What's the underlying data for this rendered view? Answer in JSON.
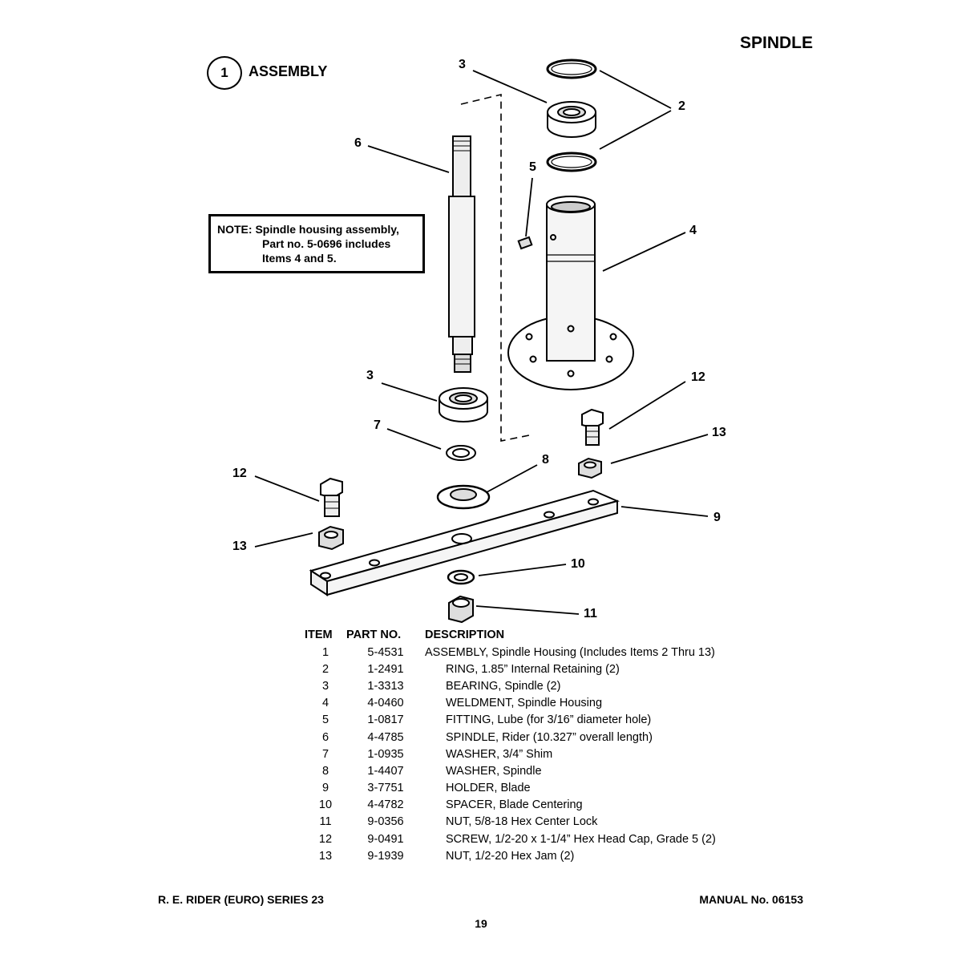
{
  "page": {
    "title": "SPINDLE",
    "assembly_number": "1",
    "assembly_label": "ASSEMBLY",
    "note_lines": [
      "NOTE: Spindle housing assembly,",
      "Part no. 5-0696 includes",
      "Items 4 and 5."
    ]
  },
  "callouts": {
    "c2": "2",
    "c3a": "3",
    "c3b": "3",
    "c4": "4",
    "c5": "5",
    "c6": "6",
    "c7": "7",
    "c8": "8",
    "c9": "9",
    "c10": "10",
    "c11": "11",
    "c12a": "12",
    "c12b": "12",
    "c13a": "13",
    "c13b": "13"
  },
  "parts_table": {
    "headers": {
      "item": "ITEM",
      "part": "PART NO.",
      "desc": "DESCRIPTION"
    },
    "rows": [
      {
        "item": "1",
        "part": "5-4531",
        "desc": "ASSEMBLY, Spindle Housing (Includes Items 2 Thru 13)"
      },
      {
        "item": "2",
        "part": "1-2491",
        "desc": "RING, 1.85” Internal Retaining (2)"
      },
      {
        "item": "3",
        "part": "1-3313",
        "desc": "BEARING, Spindle (2)"
      },
      {
        "item": "4",
        "part": "4-0460",
        "desc": "WELDMENT, Spindle Housing"
      },
      {
        "item": "5",
        "part": "1-0817",
        "desc": "FITTING, Lube (for 3/16” diameter hole)"
      },
      {
        "item": "6",
        "part": "4-4785",
        "desc": "SPINDLE, Rider (10.327” overall length)"
      },
      {
        "item": "7",
        "part": "1-0935",
        "desc": "WASHER, 3/4” Shim"
      },
      {
        "item": "8",
        "part": "1-4407",
        "desc": "WASHER, Spindle"
      },
      {
        "item": "9",
        "part": "3-7751",
        "desc": "HOLDER, Blade"
      },
      {
        "item": "10",
        "part": "4-4782",
        "desc": "SPACER, Blade Centering"
      },
      {
        "item": "11",
        "part": "9-0356",
        "desc": "NUT, 5/8-18 Hex Center Lock"
      },
      {
        "item": "12",
        "part": "9-0491",
        "desc": "SCREW, 1/2-20 x 1-1/4” Hex Head Cap, Grade 5 (2)"
      },
      {
        "item": "13",
        "part": "9-1939",
        "desc": "NUT, 1/2-20 Hex Jam (2)"
      }
    ]
  },
  "footer": {
    "left": "R. E. RIDER (EURO) SERIES 23",
    "right": "MANUAL No. 06153",
    "page_number": "19"
  }
}
